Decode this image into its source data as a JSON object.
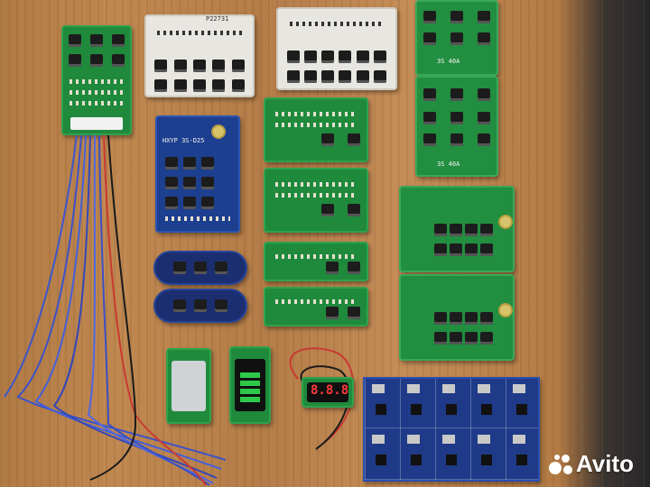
{
  "photo": {
    "subject": "assorted battery management and charger circuit boards on wooden table",
    "background_color": "#b8804a"
  },
  "board_labels": {
    "white_top_left": "P22731",
    "blue_bms_model": "HXYP 3S-D25",
    "tall_green_a": "3S 40A",
    "tall_green_b": "3S 40A"
  },
  "meter_readout": "8.8.8",
  "watermark": {
    "brand": "Avito"
  }
}
